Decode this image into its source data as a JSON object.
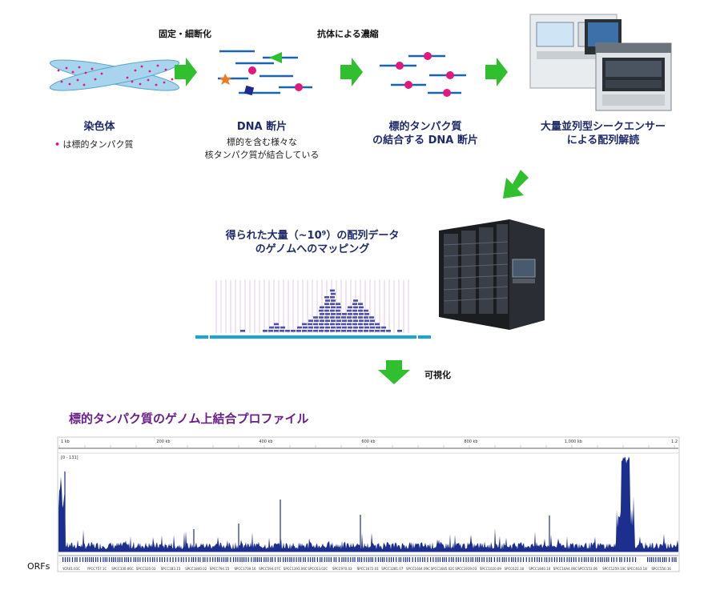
{
  "steps_top": {
    "fixation": "固定・細断化",
    "enrichment": "抗体による濃縮"
  },
  "chromosome": {
    "title": "染色体",
    "legend_dot": "•",
    "legend_text": "は標的タンパク質"
  },
  "dna_fragments": {
    "title": "DNA 断片",
    "line1": "標的を含む様々な",
    "line2": "核タンパク質が結合している"
  },
  "target_fragments": {
    "title_line1": "標的タンパク質",
    "title_line2": "の結合する DNA 断片"
  },
  "sequencer": {
    "title_line1": "大量並列型シークエンサー",
    "title_line2": "による配列解読"
  },
  "mapping": {
    "title_line1": "得られた大量（~10⁹）の配列データ",
    "title_line2": "のゲノムへのマッピング"
  },
  "visualize": {
    "label": "可視化"
  },
  "profile": {
    "title": "標的タンパク質のゲノム上結合プロファイル",
    "orfs_label": "ORFs",
    "scale_label": "[0 - 131]",
    "ruler_ticks": [
      "1 kb",
      "200 kb",
      "400 kb",
      "600 kb",
      "800 kb",
      "1,000 kb",
      "1.2"
    ],
    "orf_names": [
      "YCR01.01C",
      "YPCC757.1C",
      "SPCC330.06C",
      "SPCC320.03",
      "SPCC1B3.13",
      "SPCC1840.02",
      "SPCC794.15",
      "SPCC1739.16",
      "SPCC594.07C",
      "SPCC1393.06C",
      "SPCC63.02C",
      "SPCC970.03",
      "SPCC1672.01",
      "SPCC1281.07",
      "SPCC1604.09C",
      "SPCC1685.02C",
      "SPCC1919.03",
      "SPCC1020.09",
      "SPCC622.18",
      "SPCC1840.10",
      "SPCC16A4.06C",
      "SPCC553.06",
      "SPCC1259.10C",
      "SPCC4G3.18",
      "SPCC550.16"
    ]
  },
  "colors": {
    "arrow_green": "#2fbf2f",
    "navy": "#1f2a6b",
    "purple": "#6a1f8a",
    "track_blue": "#1c2f8f",
    "cyan_bar": "#1aa3d9",
    "magenta": "#e0197d"
  },
  "icons": {
    "arrow": "green-block-arrow",
    "sequencer": "sequencer-machine",
    "server": "server-rack"
  }
}
